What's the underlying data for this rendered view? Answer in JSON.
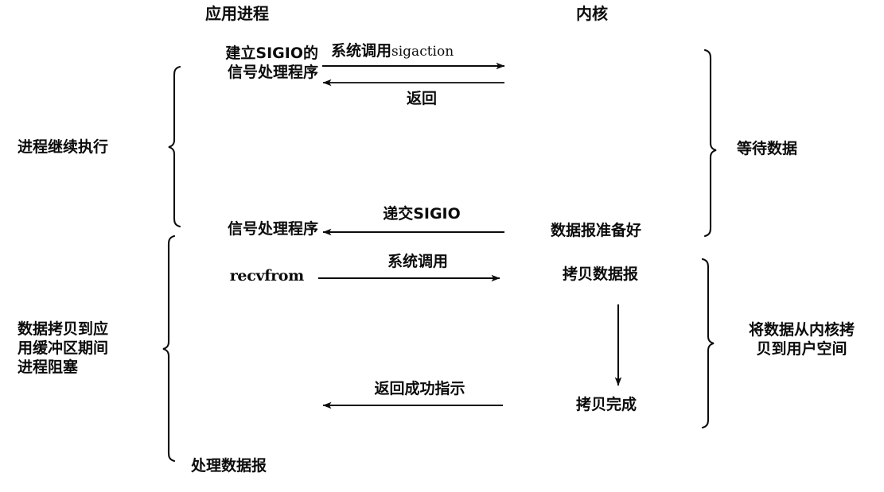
{
  "diagram": {
    "title_app": "应用进程",
    "title_kernel": "内核",
    "columns": {
      "app": {
        "label": "应用进程"
      },
      "kernel": {
        "label": "内核"
      }
    },
    "app_nodes": [
      {
        "id": "setup-sigio-handler",
        "text": "建立SIGIO的\n信号处理程序"
      },
      {
        "id": "signal-handler",
        "text": "信号处理程序"
      },
      {
        "id": "recvfrom",
        "text": "recvfrom"
      },
      {
        "id": "process-datagram",
        "text": "处理数据报"
      }
    ],
    "kernel_nodes": [
      {
        "id": "datagram-ready",
        "text": "数据报准备好"
      },
      {
        "id": "copy-datagram",
        "text": "拷贝数据报"
      },
      {
        "id": "copy-complete",
        "text": "拷贝完成"
      }
    ],
    "arrows": [
      {
        "id": "syscall-sigaction",
        "label_cn": "系统调用",
        "label_en": "sigaction",
        "direction": "right"
      },
      {
        "id": "return",
        "label_cn": "返回",
        "label_en": "",
        "direction": "left"
      },
      {
        "id": "deliver-sigio",
        "label_cn": "递交SIGIO",
        "label_en": "",
        "direction": "left"
      },
      {
        "id": "syscall",
        "label_cn": "系统调用",
        "label_en": "",
        "direction": "right"
      },
      {
        "id": "return-success",
        "label_cn": "返回成功指示",
        "label_en": "",
        "direction": "left"
      },
      {
        "id": "kernel-copy-down",
        "label_cn": "",
        "label_en": "",
        "direction": "down"
      }
    ],
    "left_brace_labels": [
      {
        "id": "process-continues",
        "text": "进程继续执行"
      },
      {
        "id": "process-blocked",
        "text": "数据拷贝到应\n用缓冲区期间\n进程阻塞"
      }
    ],
    "right_brace_labels": [
      {
        "id": "waiting-for-data",
        "text": "等待数据"
      },
      {
        "id": "copy-kernel-to-user",
        "text": "将数据从内核拷\n贝到用户空间"
      }
    ],
    "colors": {
      "ink": "#0c0c0c",
      "background": "#ffffff"
    }
  }
}
